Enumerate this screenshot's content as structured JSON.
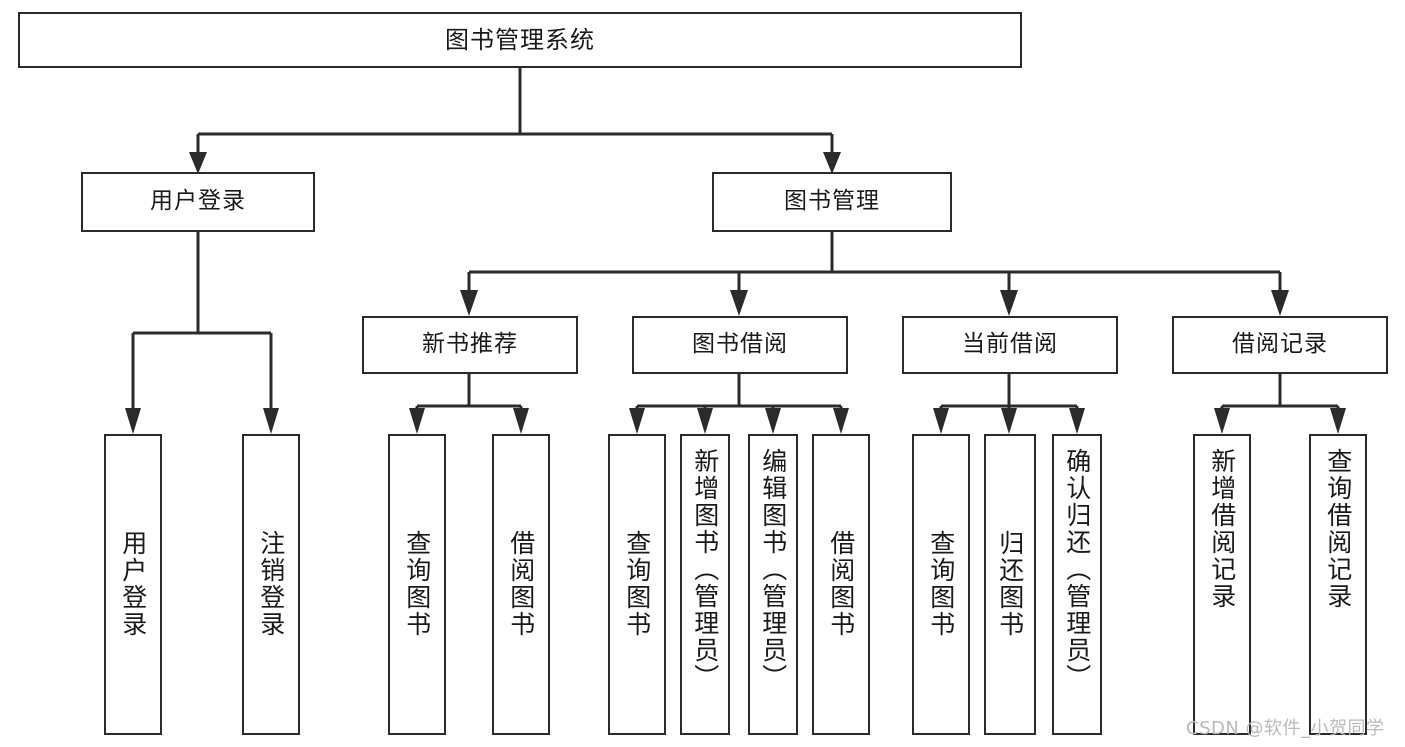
{
  "diagram": {
    "title": "图书管理系统",
    "type": "tree-hierarchy-chart",
    "watermark": "CSDN @软件_小贺同学",
    "colors": {
      "border": "#2b2b2b",
      "background": "#ffffff",
      "text": "#1a1a1a",
      "watermark": "#b9b9b9"
    },
    "root": {
      "label": "图书管理系统"
    },
    "level2": [
      {
        "label": "用户登录"
      },
      {
        "label": "图书管理"
      }
    ],
    "level3": [
      {
        "label": "新书推荐"
      },
      {
        "label": "图书借阅"
      },
      {
        "label": "当前借阅"
      },
      {
        "label": "借阅记录"
      }
    ],
    "leaves": [
      {
        "label": "用户登录",
        "parent": "用户登录"
      },
      {
        "label": "注销登录",
        "parent": "用户登录"
      },
      {
        "label": "查询图书",
        "parent": "新书推荐"
      },
      {
        "label": "借阅图书",
        "parent": "新书推荐"
      },
      {
        "label": "查询图书",
        "parent": "图书借阅"
      },
      {
        "label": "新增图书（管理员）",
        "parent": "图书借阅"
      },
      {
        "label": "编辑图书（管理员）",
        "parent": "图书借阅"
      },
      {
        "label": "借阅图书",
        "parent": "图书借阅"
      },
      {
        "label": "查询图书",
        "parent": "当前借阅"
      },
      {
        "label": "归还图书",
        "parent": "当前借阅"
      },
      {
        "label": "确认归还（管理员）",
        "parent": "当前借阅"
      },
      {
        "label": "新增借阅记录",
        "parent": "借阅记录"
      },
      {
        "label": "查询借阅记录",
        "parent": "借阅记录"
      }
    ]
  }
}
